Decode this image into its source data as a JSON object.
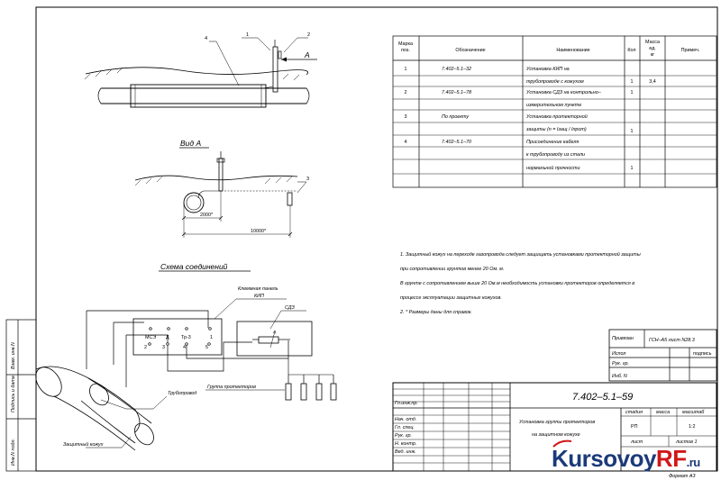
{
  "spec_table": {
    "headers": [
      "Марка поз.",
      "Обозначение",
      "Наименование",
      "Кол",
      "Масса ед. кг",
      "Примеч."
    ],
    "header_parts": {
      "mark": [
        "Марка",
        "поз."
      ],
      "designation": "Обозначение",
      "name": "Наименование",
      "qty": "Кол",
      "mass": [
        "Масса",
        "ед.",
        "кг"
      ],
      "note": "Примеч."
    },
    "rows": [
      {
        "mark": "1",
        "designation": "7.402–5.1–32",
        "name": [
          "Установка КИП на",
          "трубопроводе с кожухом"
        ],
        "qty": "1",
        "mass": "3,4"
      },
      {
        "mark": "2",
        "designation": "7.402–5.1–78",
        "name": [
          "Установка СДЗ на контрольно–",
          "измерительном пункте"
        ],
        "qty": "1",
        "mass": ""
      },
      {
        "mark": "3",
        "designation": "По проекту",
        "name": [
          "Установка протекторной",
          "защиты (n = Iзащ / Iпрот)"
        ],
        "qty": "1",
        "mass": ""
      },
      {
        "mark": "4",
        "designation": "7.402–5.1–70",
        "name": [
          "Присоединение кабеля",
          "к трубопроводу из стали",
          "нормальной прочности"
        ],
        "qty": "1",
        "mass": ""
      }
    ]
  },
  "views": {
    "section_callouts": [
      "4",
      "1",
      "2"
    ],
    "arrow_label": "А",
    "view_a_title": "Вид А",
    "view_a_callout": "3",
    "dim_small": "2000*",
    "dim_large": "10000*",
    "scheme_title": "Схема соединений",
    "terminal_panel_label": [
      "Клеммная панель",
      "КИП"
    ],
    "terminals_top": [
      "МСЭ",
      "Д",
      "Тр-3",
      "1"
    ],
    "terminals_bottom": [
      "2",
      "3",
      "4",
      "5"
    ],
    "sdz_label": "СДЗ",
    "protector_group_label": "Группа протекторов",
    "pipeline_label": "Трубопровод",
    "casing_label": "Защитный кожух"
  },
  "notes": [
    "1.  Защитный кожух на переходе газопровода следует защищать установками протекторной защиты",
    "при сопротивлении грунтов менее 20 Ом. м.",
    "В грунте с сопротивлением выше 20 Ом.м необходимость установки протекторов определяется в",
    "процессе эксплуатации защитных кожухов.",
    "2.   * Размеры даны для справок."
  ],
  "binding": {
    "title": "Привязан",
    "value": "ГСН–А5 лист N28.3",
    "rows": [
      "Испол",
      "Рук. гр.",
      "",
      "Инб. N"
    ],
    "sign": "подпись"
  },
  "title_block": {
    "code": "7.402–5.1–59",
    "title_lines": [
      "Установка группы протекторов",
      "на защитном кожухе"
    ],
    "roles": [
      "Гл.инж.пр.",
      "Нач. отд.",
      "Гл. спец.",
      "Рук. гр.",
      "Н. контр.",
      "Вед. инж."
    ],
    "stage_header": "стадия",
    "mass_header": "масса",
    "scale_header": "масштаб",
    "stage": "РП",
    "scale": "1:2",
    "sheet_label": "лист",
    "sheets_label": "листов 1",
    "format": "Формат  А3"
  },
  "side_stamp": [
    "Взам. инв.N",
    "Подпись и дата",
    "Инв.N подл."
  ],
  "watermark": {
    "main": "Kursovoy",
    "accent": "RF",
    "suffix": ".ru"
  }
}
